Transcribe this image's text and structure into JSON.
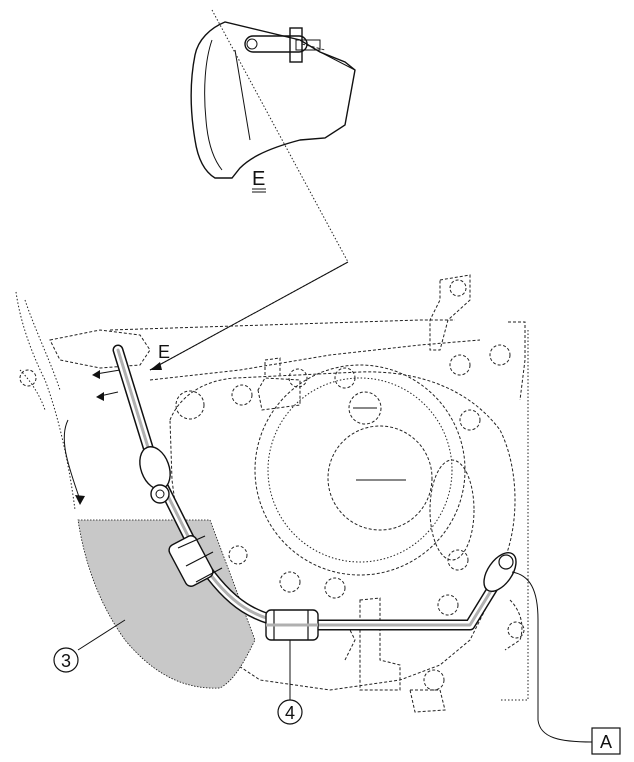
{
  "labels": {
    "callout_3": "3",
    "callout_4": "4",
    "view_E_title": "E",
    "view_E_marker": "E",
    "ref_A": "A"
  },
  "colors": {
    "line": "#111111",
    "shaded_area": "#c8c8c8",
    "background": "#ffffff"
  }
}
